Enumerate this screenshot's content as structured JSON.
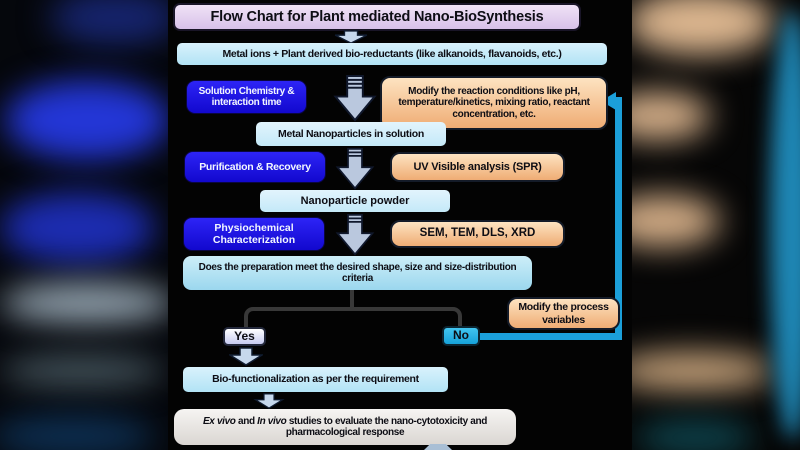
{
  "title": "Flow Chart for Plant mediated Nano-BioSynthesis",
  "nodes": {
    "input": "Metal ions + Plant derived bio-reductants (like alkanoids, flavanoids, etc.)",
    "solution_chemistry": "Solution Chemistry & interaction time",
    "modify_reaction": "Modify the reaction conditions like pH, temperature/kinetics, mixing ratio, reactant concentration, etc.",
    "nanoparticles_solution": "Metal Nanoparticles in solution",
    "purification": "Purification & Recovery",
    "uv_analysis": "UV Visible analysis (SPR)",
    "powder": "Nanoparticle powder",
    "characterization": "Physiochemical Characterization",
    "characterization_methods": "SEM, TEM, DLS, XRD",
    "decision": "Does the preparation meet the desired shape, size and size-distribution criteria",
    "yes": "Yes",
    "no": "No",
    "modify_process": "Modify the process variables",
    "bio_functionalization": "Bio-functionalization as per the requirement",
    "final_studies": {
      "italic1": "Ex vivo",
      "mid": " and ",
      "italic2": "In vivo",
      "rest": " studies to evaluate the nano-cytotoxicity and pharmacological response"
    }
  },
  "colors": {
    "title_bg": "#e4d2ef",
    "process_blue": "#1b10e8",
    "info_orange": "#f7c595",
    "step_lightblue": "#c9ecf8",
    "no_cyan": "#29b2e4",
    "feedback_cyan": "#1b9fd9",
    "final_gray": "#e9e7e4",
    "connector_gray": "#383838"
  }
}
